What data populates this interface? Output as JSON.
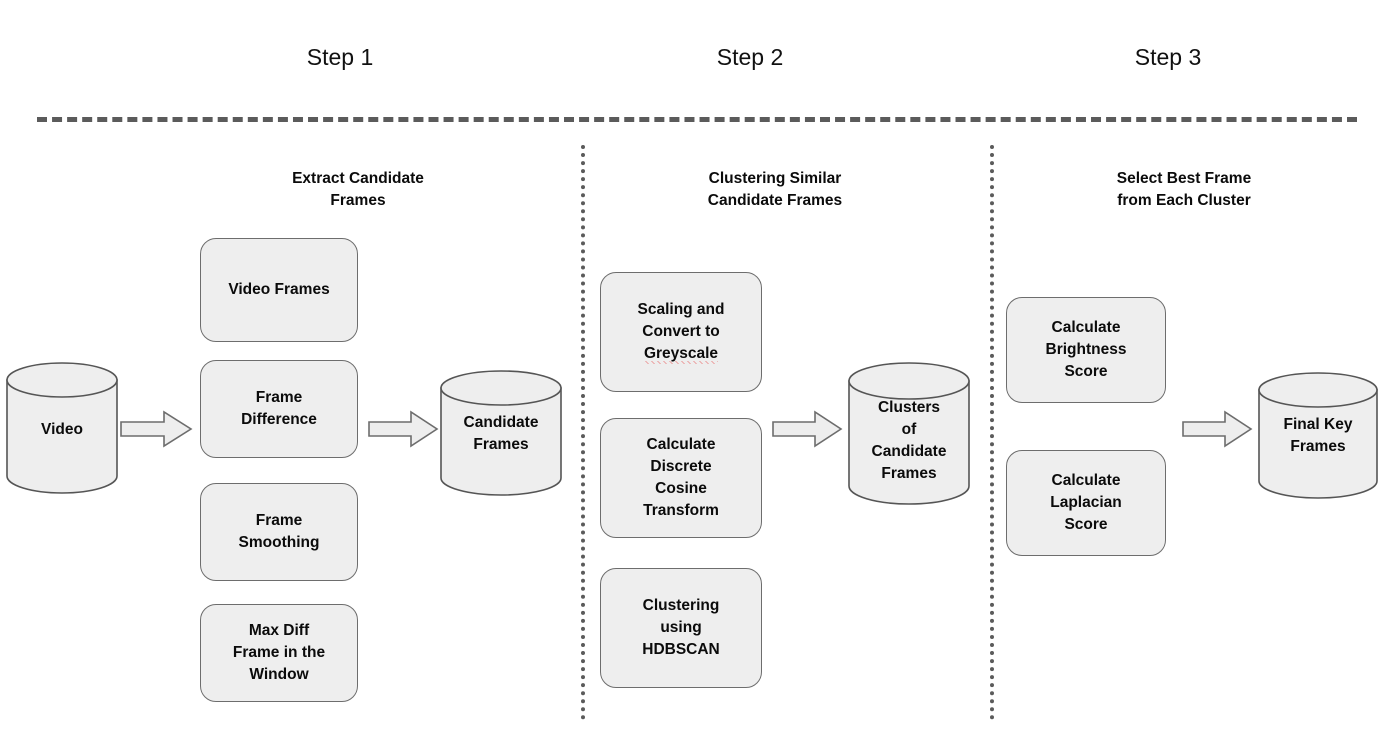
{
  "diagram": {
    "title_steps": [
      {
        "label": "Step 1"
      },
      {
        "label": "Step 2"
      },
      {
        "label": "Step 3"
      }
    ],
    "column_headers": [
      {
        "label": "Extract Candidate\nFrames"
      },
      {
        "label": "Clustering Similar\nCandidate Frames"
      },
      {
        "label": "Select Best Frame\nfrom Each Cluster"
      }
    ],
    "step1": {
      "boxes": [
        {
          "label": "Video Frames"
        },
        {
          "label": "Frame\nDifference"
        },
        {
          "label": "Frame\nSmoothing"
        },
        {
          "label": "Max Diff\nFrame in the\nWindow"
        }
      ],
      "input_store": {
        "label": "Video"
      },
      "output_store": {
        "label": "Candidate\nFrames"
      }
    },
    "step2": {
      "boxes": [
        {
          "label_part1": "Scaling and\nConvert to\n",
          "label_misspelled": "Greyscale"
        },
        {
          "label": "Calculate\nDiscrete\nCosine\nTransform"
        },
        {
          "label": "Clustering\nusing\nHDBSCAN"
        }
      ],
      "output_store": {
        "label": "Clusters\nof\nCandidate\nFrames"
      }
    },
    "step3": {
      "boxes": [
        {
          "label": "Calculate\nBrightness\nScore"
        },
        {
          "label": "Calculate\nLaplacian\nScore"
        }
      ],
      "output_store": {
        "label": "Final Key\nFrames"
      }
    },
    "colors": {
      "box_fill": "#eeeeee",
      "box_stroke": "#6d6d6d",
      "divider": "#5b5b5b",
      "text": "#0b0b0b",
      "spellcheck_underline": "#e8201f"
    }
  }
}
